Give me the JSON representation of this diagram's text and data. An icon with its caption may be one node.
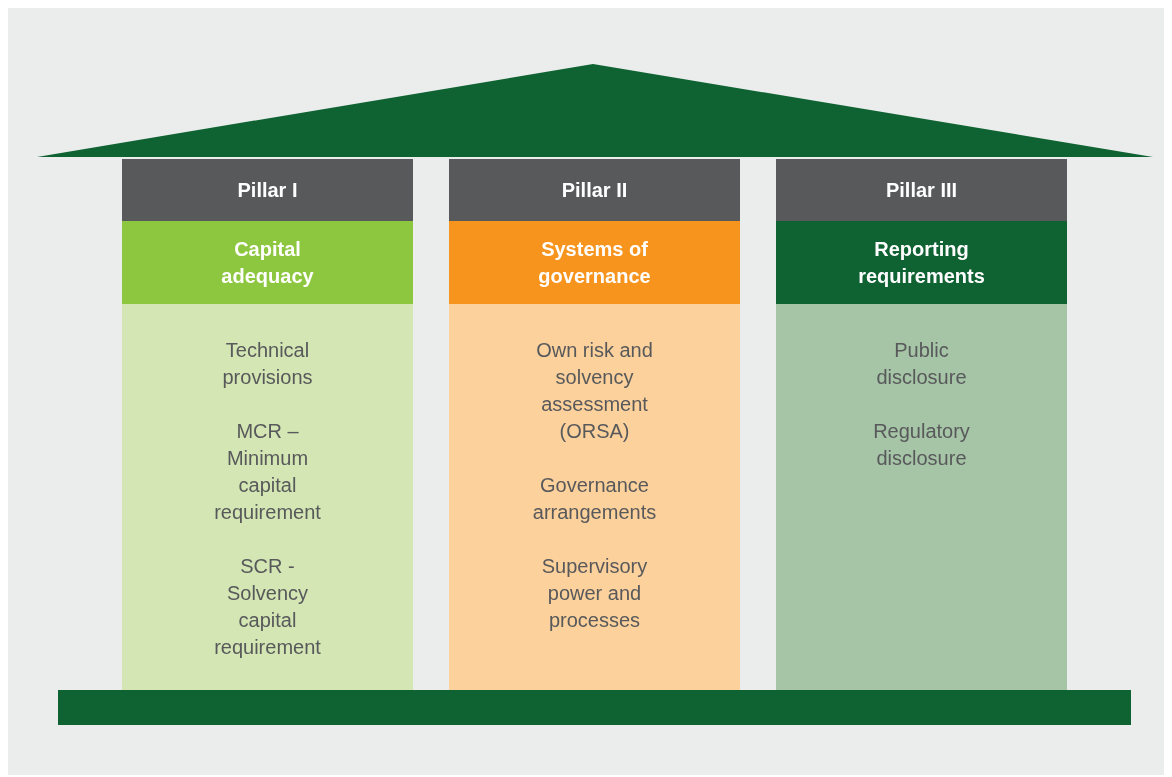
{
  "diagram": {
    "nodes": [
      {
        "text": [
          "Pillar I"
        ]
      },
      {
        "text": [
          "Capital adequacy"
        ]
      },
      {
        "text": [
          "Technical provisions",
          "MCR – Minimum capital requirement",
          "SCR - Solvency capital requirement"
        ]
      },
      {
        "text": [
          "Pillar II"
        ]
      },
      {
        "text": [
          "Systems of governance"
        ]
      },
      {
        "text": [
          "Own risk and solvency assessment (ORSA)",
          "Governance arrangements",
          "Supervisory power and processes"
        ]
      },
      {
        "text": [
          "Pillar III"
        ]
      },
      {
        "text": [
          "Reporting requirements"
        ]
      },
      {
        "text": [
          "Public disclosure",
          "Regulatory disclosure"
        ]
      }
    ]
  }
}
